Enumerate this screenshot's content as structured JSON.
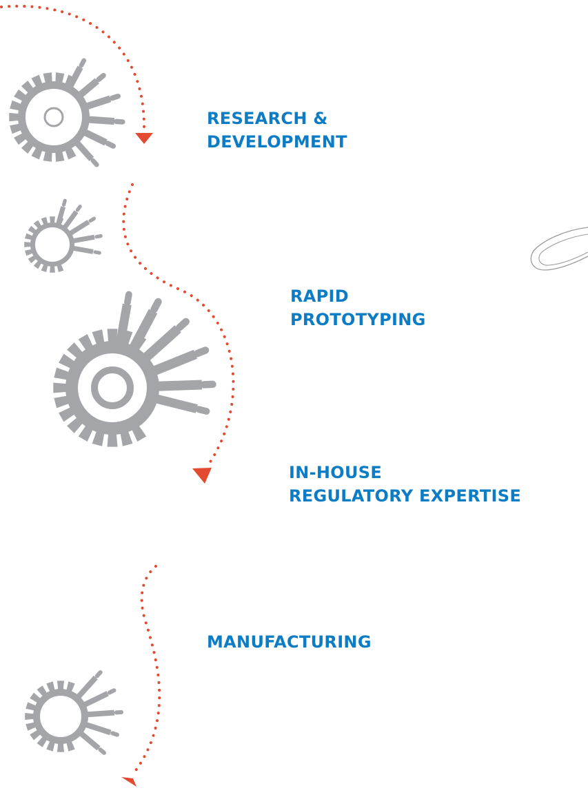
{
  "colors": {
    "label": "#0c7cc4",
    "gear": "#a3a5a8",
    "arrow": "#e24b30",
    "sketch": "#9a9a9a"
  },
  "steps": [
    {
      "lines": [
        "RESEARCH &",
        "DEVELOPMENT"
      ]
    },
    {
      "lines": [
        "RAPID",
        "PROTOTYPING"
      ]
    },
    {
      "lines": [
        "IN-HOUSE",
        "REGULATORY EXPERTISE"
      ]
    },
    {
      "lines": [
        "MANUFACTURING"
      ]
    }
  ],
  "icons": [
    "gear-icon",
    "dotted-arrow-icon",
    "device-sketch-icon"
  ]
}
